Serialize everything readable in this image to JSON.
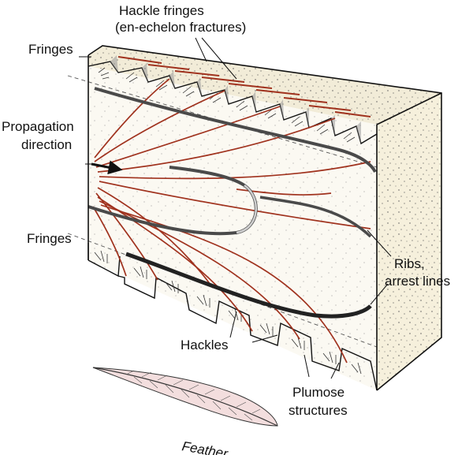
{
  "labels": {
    "hackle_fringes_line1": "Hackle fringes",
    "hackle_fringes_line2": "(en-echelon fractures)",
    "fringes_top": "Fringes",
    "propagation_line1": "Propagation",
    "propagation_line2": "direction",
    "fringes_bottom": "Fringes",
    "ribs_line1": "Ribs,",
    "ribs_line2": "arrest lines",
    "hackles": "Hackles",
    "plumose_line1": "Plumose",
    "plumose_line2": "structures",
    "feather": "Feather"
  },
  "colors": {
    "hackle": "#a0321e",
    "outline": "#111111",
    "face_top": "#f2ecd8",
    "face_side": "#f6f0dc",
    "face_front": "#fbf9f2",
    "rib_dark": "#4a4a4a",
    "feather": "#f3dede"
  }
}
